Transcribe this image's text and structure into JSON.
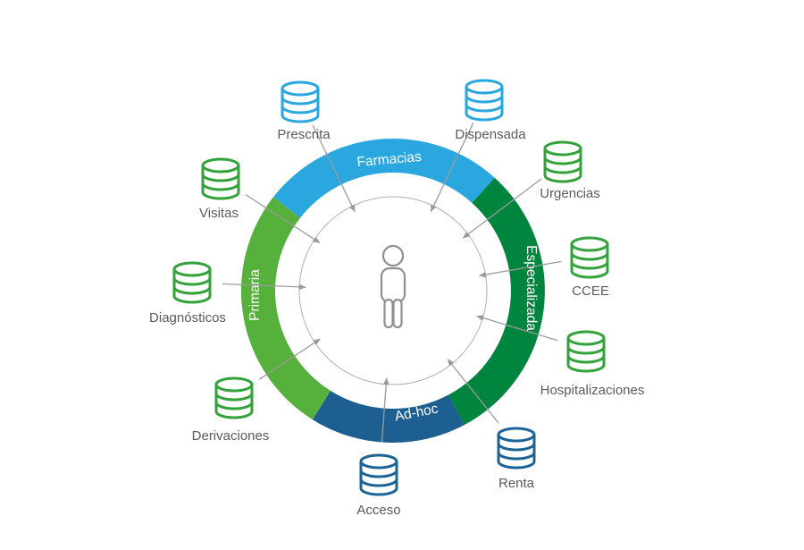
{
  "diagram": {
    "description": "Patient-centered health data sources ring diagram",
    "center_icon": "person-icon",
    "ring_segments": [
      {
        "id": "farmacias",
        "label": "Farmacias",
        "color": "#2BA7E0"
      },
      {
        "id": "especializada",
        "label": "Especializada",
        "color": "#00853E"
      },
      {
        "id": "adhoc",
        "label": "Ad-hoc",
        "color": "#1C5F90"
      },
      {
        "id": "primaria",
        "label": "Primaria",
        "color": "#55B03C"
      }
    ],
    "sources": [
      {
        "id": "prescrita",
        "label": "Prescrita",
        "color": "#2BA7E0"
      },
      {
        "id": "dispensada",
        "label": "Dispensada",
        "color": "#2BA7E0"
      },
      {
        "id": "urgencias",
        "label": "Urgencias",
        "color": "#33A23A"
      },
      {
        "id": "ccee",
        "label": "CCEE",
        "color": "#33A23A"
      },
      {
        "id": "hospitalizaciones",
        "label": "Hospitalizaciones",
        "color": "#33A23A"
      },
      {
        "id": "renta",
        "label": "Renta",
        "color": "#1D6496"
      },
      {
        "id": "acceso",
        "label": "Acceso",
        "color": "#1D6496"
      },
      {
        "id": "derivaciones",
        "label": "Derivaciones",
        "color": "#33A23A"
      },
      {
        "id": "diagnosticos",
        "label": "Diagnósticos",
        "color": "#33A23A"
      },
      {
        "id": "visitas",
        "label": "Visitas",
        "color": "#33A23A"
      }
    ]
  }
}
